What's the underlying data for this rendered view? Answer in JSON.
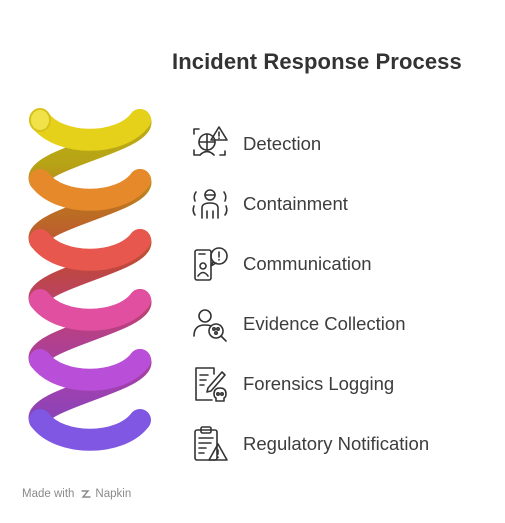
{
  "title": "Incident Response Process",
  "steps": [
    {
      "label": "Detection",
      "icon": "detection-icon",
      "color": "#E6D11A"
    },
    {
      "label": "Containment",
      "icon": "containment-icon",
      "color": "#E5892A"
    },
    {
      "label": "Communication",
      "icon": "communication-icon",
      "color": "#E8574E"
    },
    {
      "label": "Evidence Collection",
      "icon": "evidence-collection-icon",
      "color": "#E04FA0"
    },
    {
      "label": "Forensics Logging",
      "icon": "forensics-logging-icon",
      "color": "#B94FD8"
    },
    {
      "label": "Regulatory Notification",
      "icon": "regulatory-notification-icon",
      "color": "#7F57E2"
    }
  ],
  "footer": {
    "made_with": "Made with",
    "brand": "Napkin"
  }
}
